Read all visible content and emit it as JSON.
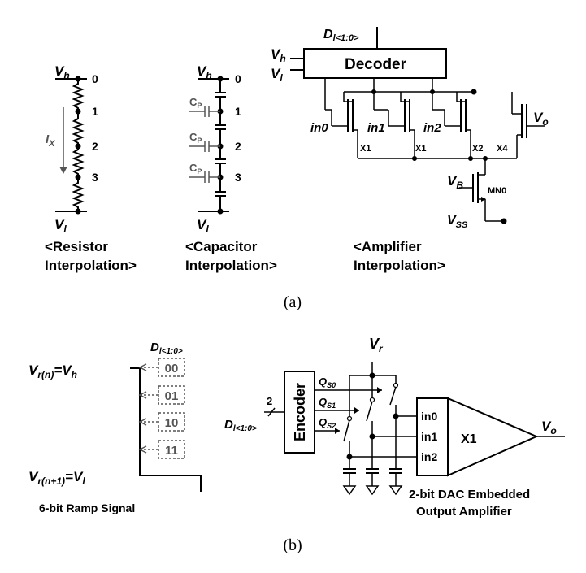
{
  "panel_a": {
    "caption": "(a)",
    "resistor": {
      "vh": "V",
      "vh_sub": "h",
      "vl": "V",
      "vl_sub": "l",
      "current": "I",
      "current_sub": "X",
      "taps": [
        "0",
        "1",
        "2",
        "3"
      ],
      "caption_line1": "<Resistor",
      "caption_line2": "Interpolation>"
    },
    "capacitor": {
      "vh": "V",
      "vh_sub": "h",
      "vl": "V",
      "vl_sub": "l",
      "cp": "C",
      "cp_sub": "P",
      "taps": [
        "0",
        "1",
        "2",
        "3"
      ],
      "caption_line1": "<Capacitor",
      "caption_line2": "Interpolation>"
    },
    "amplifier": {
      "d_label": "D",
      "d_sub": "l<1:0>",
      "vh": "V",
      "vh_sub": "h",
      "vl": "V",
      "vl_sub": "l",
      "decoder": "Decoder",
      "inputs": [
        "in0",
        "in1",
        "in2"
      ],
      "ratios": [
        "X1",
        "X1",
        "X2",
        "X4"
      ],
      "vo": "V",
      "vo_sub": "o",
      "vb": "V",
      "vb_sub": "B",
      "mn0": "MN0",
      "vss": "V",
      "vss_sub": "SS",
      "caption_line1": "<Amplifier",
      "caption_line2": "Interpolation>"
    }
  },
  "panel_b": {
    "caption": "(b)",
    "ramp": {
      "d_label": "D",
      "d_sub": "l<1:0>",
      "vrn": "V",
      "vrn_sub": "r(n)",
      "vrn_eq": "=V",
      "vrn_eq_sub": "h",
      "vrn1": "V",
      "vrn1_sub": "r(n+1)",
      "vrn1_eq": "=V",
      "vrn1_eq_sub": "l",
      "codes": [
        "00",
        "01",
        "10",
        "11"
      ],
      "caption": "6-bit Ramp Signal"
    },
    "dac": {
      "vr": "V",
      "vr_sub": "r",
      "encoder": "Encoder",
      "bus_width": "2",
      "d_label": "D",
      "d_sub": "l<1:0>",
      "q_labels": [
        {
          "q": "Q",
          "sub": "S0"
        },
        {
          "q": "Q",
          "sub": "S1"
        },
        {
          "q": "Q",
          "sub": "S2"
        }
      ],
      "inputs": [
        "in0",
        "in1",
        "in2"
      ],
      "gain": "X1",
      "vo": "V",
      "vo_sub": "o",
      "caption_line1": "2-bit DAC Embedded",
      "caption_line2": "Output Amplifier"
    }
  }
}
